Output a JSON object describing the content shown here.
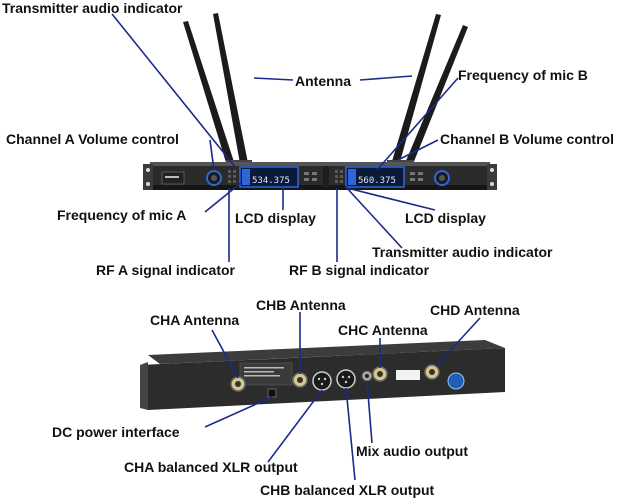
{
  "top_device": {
    "lcd_a_readout": "534.375",
    "lcd_b_readout": "560.375"
  },
  "labels": {
    "transmitter_audio_indicator_a": "Transmitter audio indicator",
    "antenna": "Antenna",
    "frequency_of_mic_b": "Frequency of mic B",
    "channel_a_volume_control": "Channel A Volume control",
    "channel_b_volume_control": "Channel B Volume control",
    "frequency_of_mic_a": "Frequency of mic A",
    "lcd_display_a": "LCD display",
    "lcd_display_b": "LCD display",
    "transmitter_audio_indicator_b": "Transmitter audio indicator",
    "rf_a_signal_indicator": "RF A signal indicator",
    "rf_b_signal_indicator": "RF B signal indicator",
    "chb_antenna": "CHB Antenna",
    "chd_antenna": "CHD Antenna",
    "cha_antenna": "CHA Antenna",
    "chc_antenna": "CHC Antenna",
    "dc_power_interface": "DC power interface",
    "mix_audio_output": "Mix audio output",
    "cha_balanced_xlr_output": "CHA balanced XLR output",
    "chb_balanced_xlr_output": "CHB balanced XLR output"
  },
  "colors": {
    "leader_line": "#1a2a8a",
    "chassis": "#2a2a2a",
    "lcd": "#2f66d9"
  }
}
